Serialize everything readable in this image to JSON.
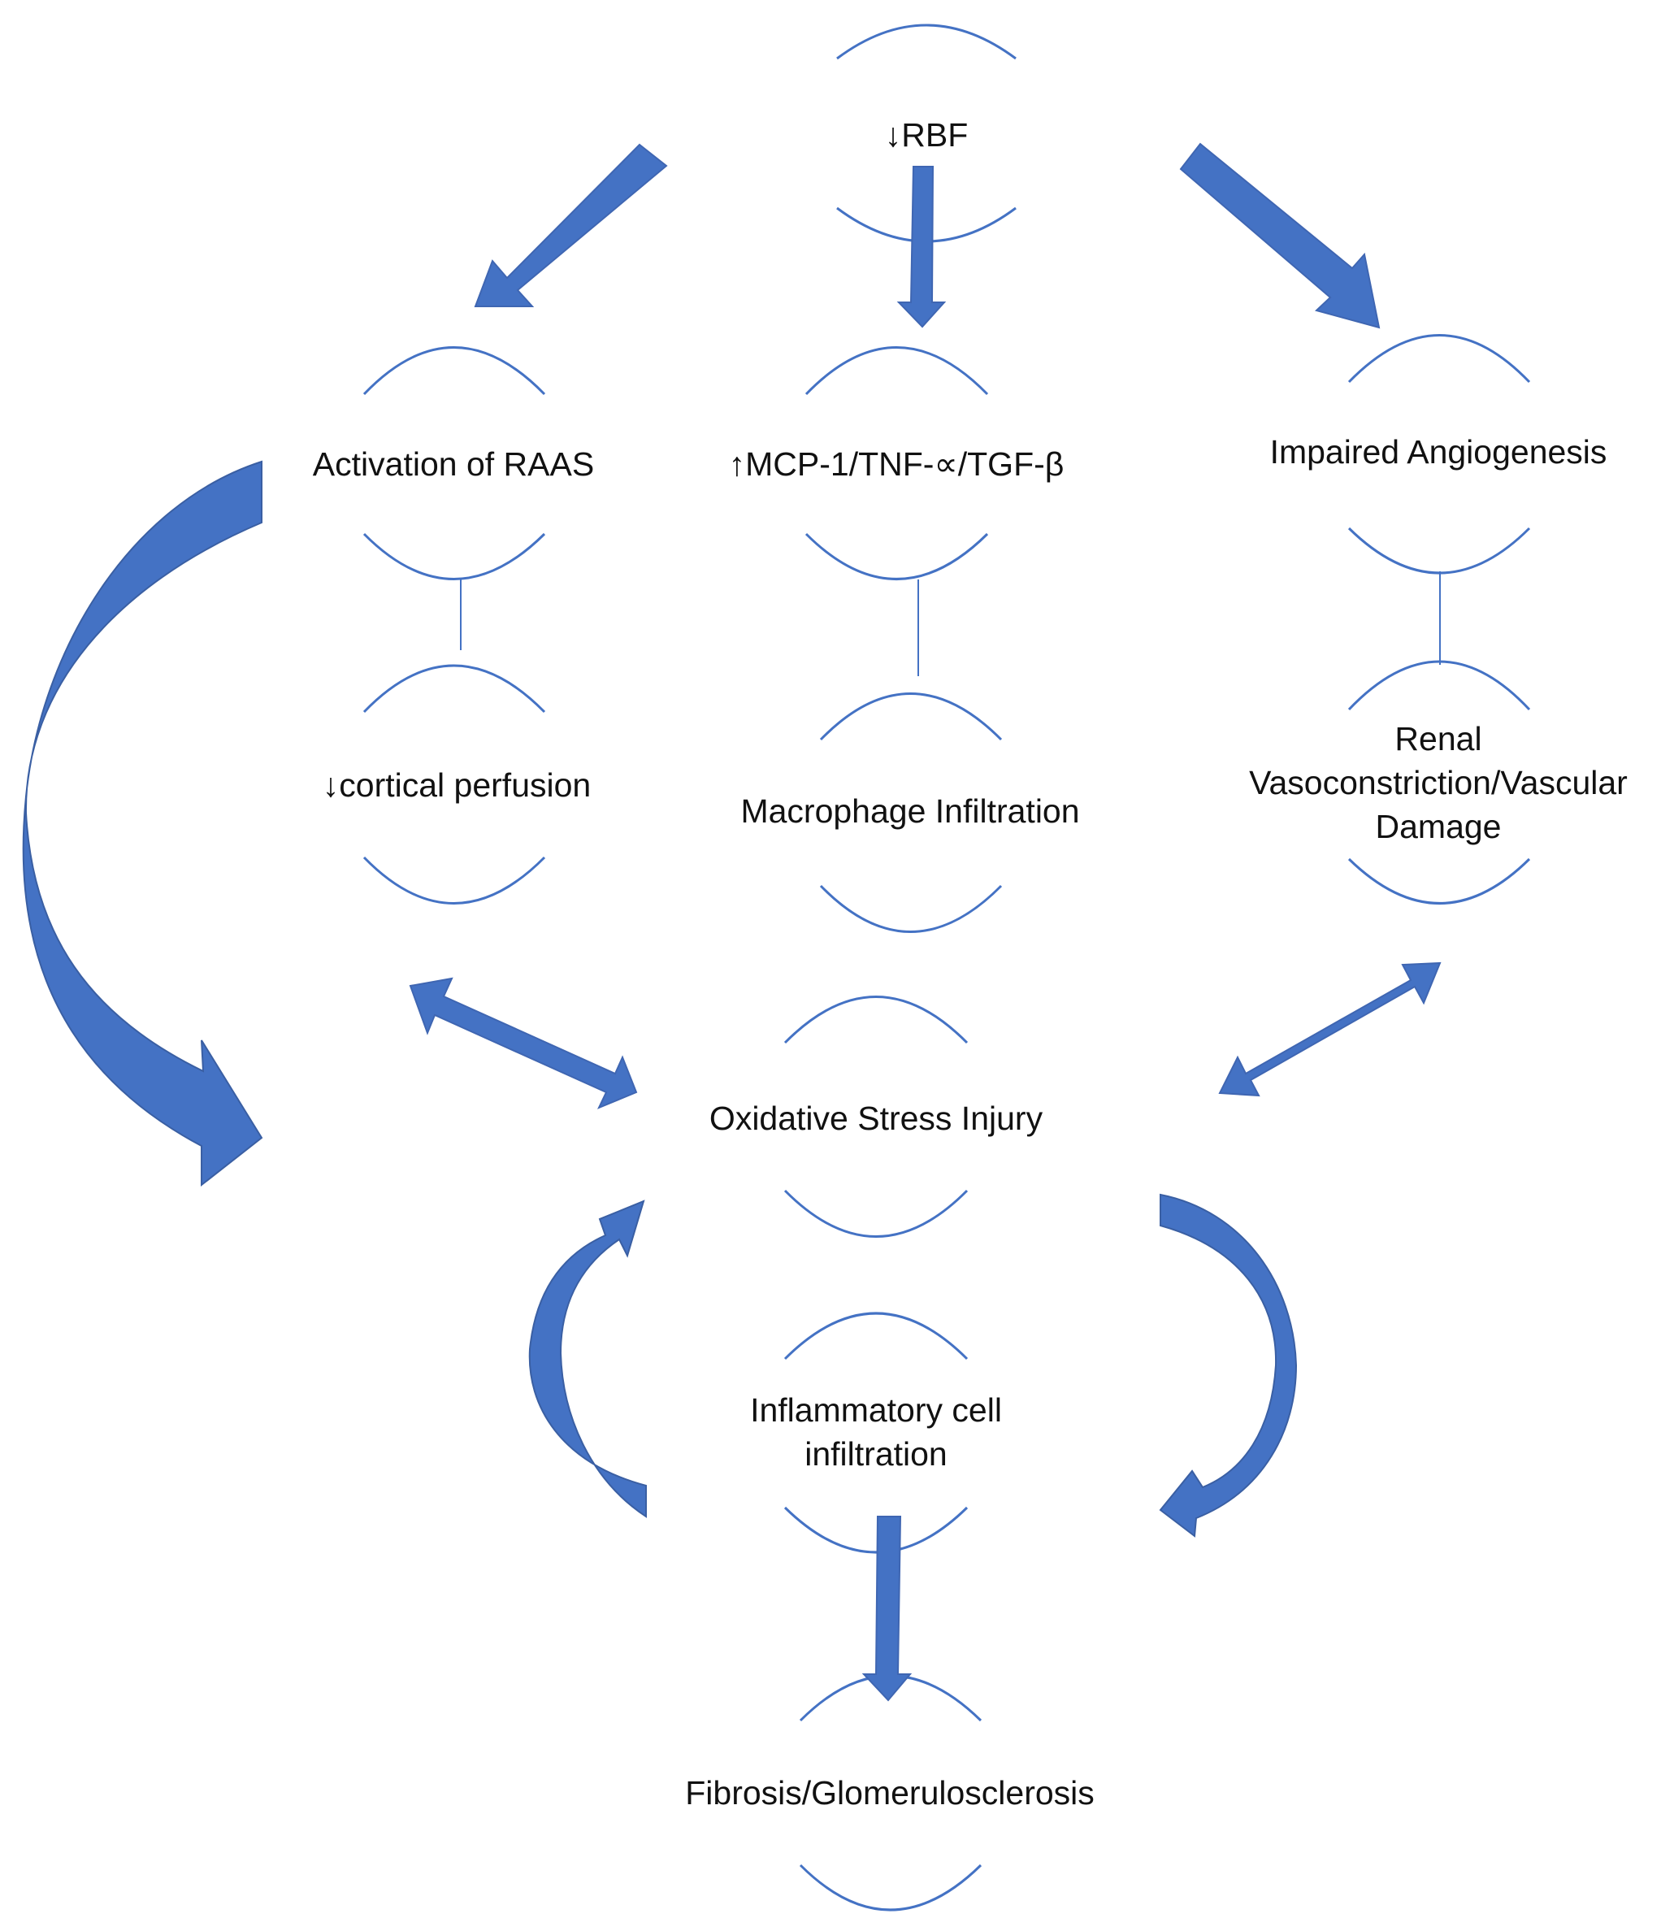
{
  "nodes": {
    "rbf": "↓RBF",
    "raas": "Activation of RAAS",
    "cytokines": "↑MCP-1/TNF-∝/TGF-β",
    "angiogenesis": "Impaired Angiogenesis",
    "cortical": "↓cortical perfusion",
    "macrophage": "Macrophage Infiltration",
    "renal_line1": "Renal",
    "renal_line2": "Vasoconstriction/Vascular",
    "renal_line3": "Damage",
    "oxidative": "Oxidative Stress Injury",
    "inflammatory_line1": "Inflammatory cell",
    "inflammatory_line2": "infiltration",
    "fibrosis": "Fibrosis/Glomerulosclerosis"
  },
  "colors": {
    "arrow_fill": "#4472C4",
    "bracket_stroke": "#4472C4",
    "text": "#111111"
  }
}
